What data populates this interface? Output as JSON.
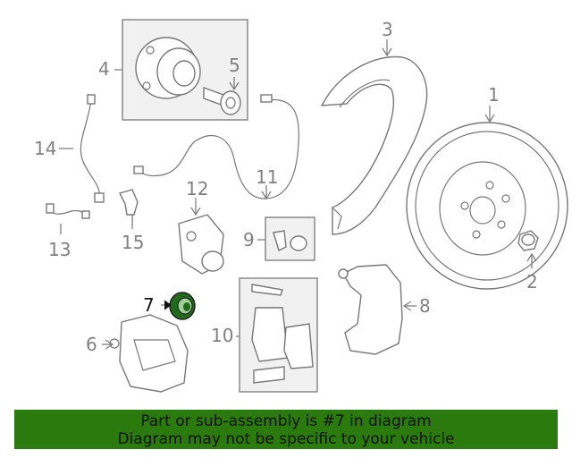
{
  "diagram": {
    "callouts": [
      {
        "id": "1",
        "text": "1"
      },
      {
        "id": "2",
        "text": "2"
      },
      {
        "id": "3",
        "text": "3"
      },
      {
        "id": "4",
        "text": "4"
      },
      {
        "id": "5",
        "text": "5"
      },
      {
        "id": "6",
        "text": "6"
      },
      {
        "id": "7",
        "text": "7"
      },
      {
        "id": "8",
        "text": "8"
      },
      {
        "id": "9",
        "text": "9"
      },
      {
        "id": "10",
        "text": "10"
      },
      {
        "id": "11",
        "text": "11"
      },
      {
        "id": "12",
        "text": "12"
      },
      {
        "id": "13",
        "text": "13"
      },
      {
        "id": "14",
        "text": "14"
      },
      {
        "id": "15",
        "text": "15"
      }
    ],
    "highlighted_part": "7",
    "highlight_color": "#1f6b1a"
  },
  "banner": {
    "line1": "Part or sub-assembly is #7 in diagram",
    "line2": "Diagram may not be specific to your vehicle",
    "background": "#2a7a0e"
  }
}
